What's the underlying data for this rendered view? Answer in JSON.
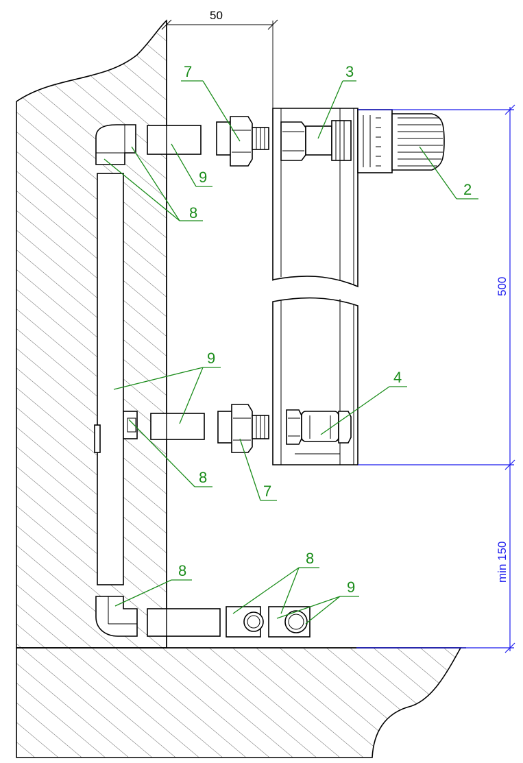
{
  "dimensions": {
    "top_gap": "50",
    "valve_spacing": "500",
    "floor_clearance": "min 150"
  },
  "labels": {
    "thermostat_head": "2",
    "thermostatic_valve": "3",
    "return_valve": "4",
    "coupling_top": "7",
    "coupling_bottom": "7",
    "elbow_top": "8",
    "tee_mid": "8",
    "elbow_bottom": "8",
    "elbows_front": "8",
    "pipe_top": "9",
    "pipe_mid": "9",
    "pipes_front": "9"
  },
  "colors": {
    "line": "#000000",
    "label": "#1a8c1a",
    "dimension": "#1a1aee"
  }
}
